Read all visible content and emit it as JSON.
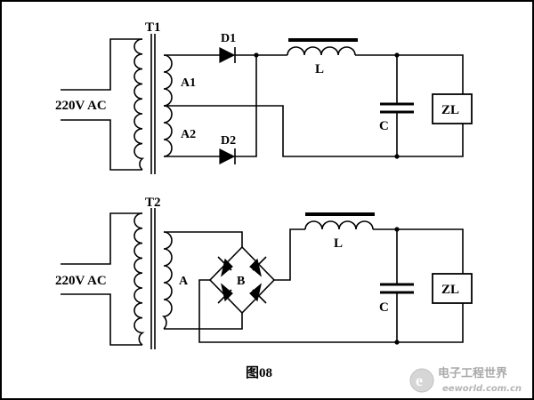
{
  "figure": {
    "caption": "图08",
    "top_circuit": {
      "transformer": "T1",
      "input": "220V AC",
      "winding_a1": "A1",
      "winding_a2": "A2",
      "diode_1": "D1",
      "diode_2": "D2",
      "inductor": "L",
      "capacitor": "C",
      "load": "ZL"
    },
    "bottom_circuit": {
      "transformer": "T2",
      "input": "220V AC",
      "winding": "A",
      "bridge": "B",
      "inductor": "L",
      "capacitor": "C",
      "load": "ZL"
    }
  },
  "watermark": {
    "name": "电子工程世界",
    "url": "eeworld.com.cn",
    "logo": "eeworld-e-logo"
  }
}
